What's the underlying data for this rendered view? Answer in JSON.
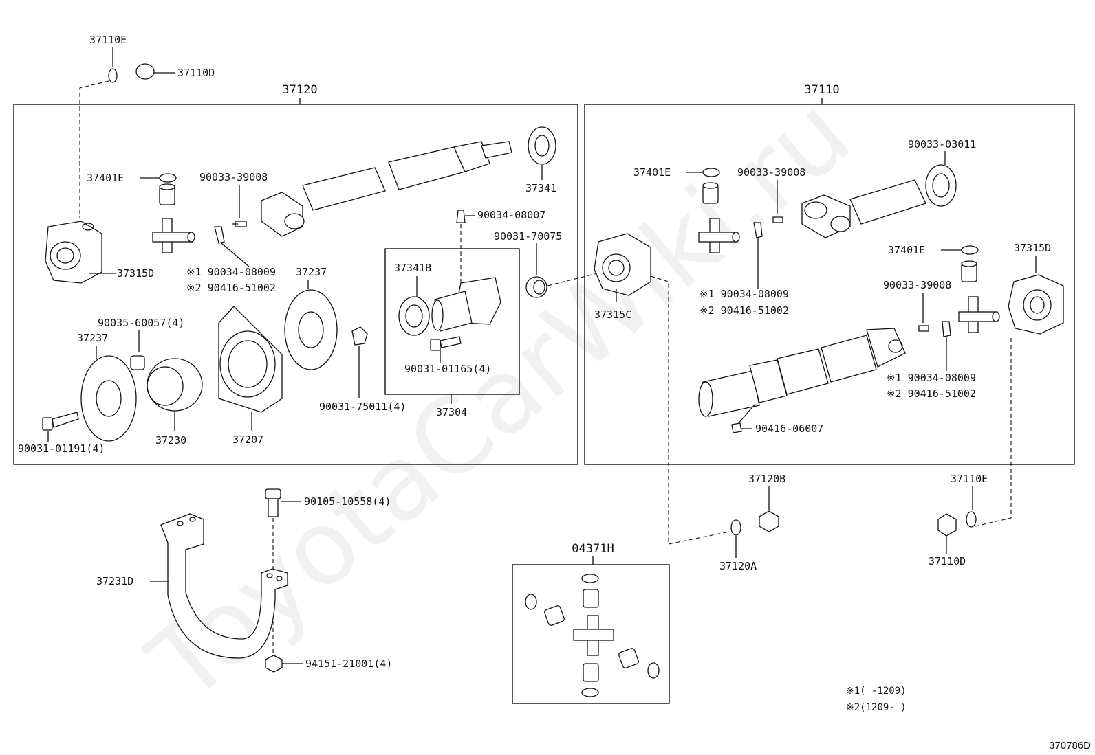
{
  "watermark": "ToyotaCarWiki.ru",
  "diagram_code": "370786D",
  "assemblies": {
    "left": "37120",
    "right": "37110",
    "kit": "04371H"
  },
  "labels": {
    "l_37110E_top": "37110E",
    "l_37110D_top": "37110D",
    "l_37401E_left": "37401E",
    "l_90033_39008_left": "90033-39008",
    "l_37315D_left": "37315D",
    "l_mark1_left": "※1 90034-08009",
    "l_mark2_left": "※2 90416-51002",
    "l_37237_right": "37237",
    "l_90035_60057": "90035-60057(4)",
    "l_37237_left": "37237",
    "l_90031_01191": "90031-01191(4)",
    "l_37230": "37230",
    "l_37207": "37207",
    "l_90031_75011": "90031-75011(4)",
    "l_37341": "37341",
    "l_90034_08007": "90034-08007",
    "l_90031_70075": "90031-70075",
    "l_37341B": "37341B",
    "l_90031_01165": "90031-01165(4)",
    "l_37304": "37304",
    "l_37401E_right": "37401E",
    "l_90033_39008_right": "90033-39008",
    "l_90033_03011": "90033-03011",
    "l_37315C": "37315C",
    "l_mark1_right": "※1 90034-08009",
    "l_mark2_right": "※2 90416-51002",
    "l_37401E_right2": "37401E",
    "l_37315D_right": "37315D",
    "l_90033_39008_right2": "90033-39008",
    "l_mark1_right2": "※1 90034-08009",
    "l_mark2_right2": "※2 90416-51002",
    "l_90416_06007": "90416-06007",
    "l_37120B": "37120B",
    "l_37120A": "37120A",
    "l_37110E_bottom": "37110E",
    "l_37110D_bottom": "37110D",
    "l_90105_10558": "90105-10558(4)",
    "l_37231D": "37231D",
    "l_94151_21001": "94151-21001(4)"
  },
  "footnotes": [
    "※1(      -1209)",
    "※2(1209-      )"
  ]
}
